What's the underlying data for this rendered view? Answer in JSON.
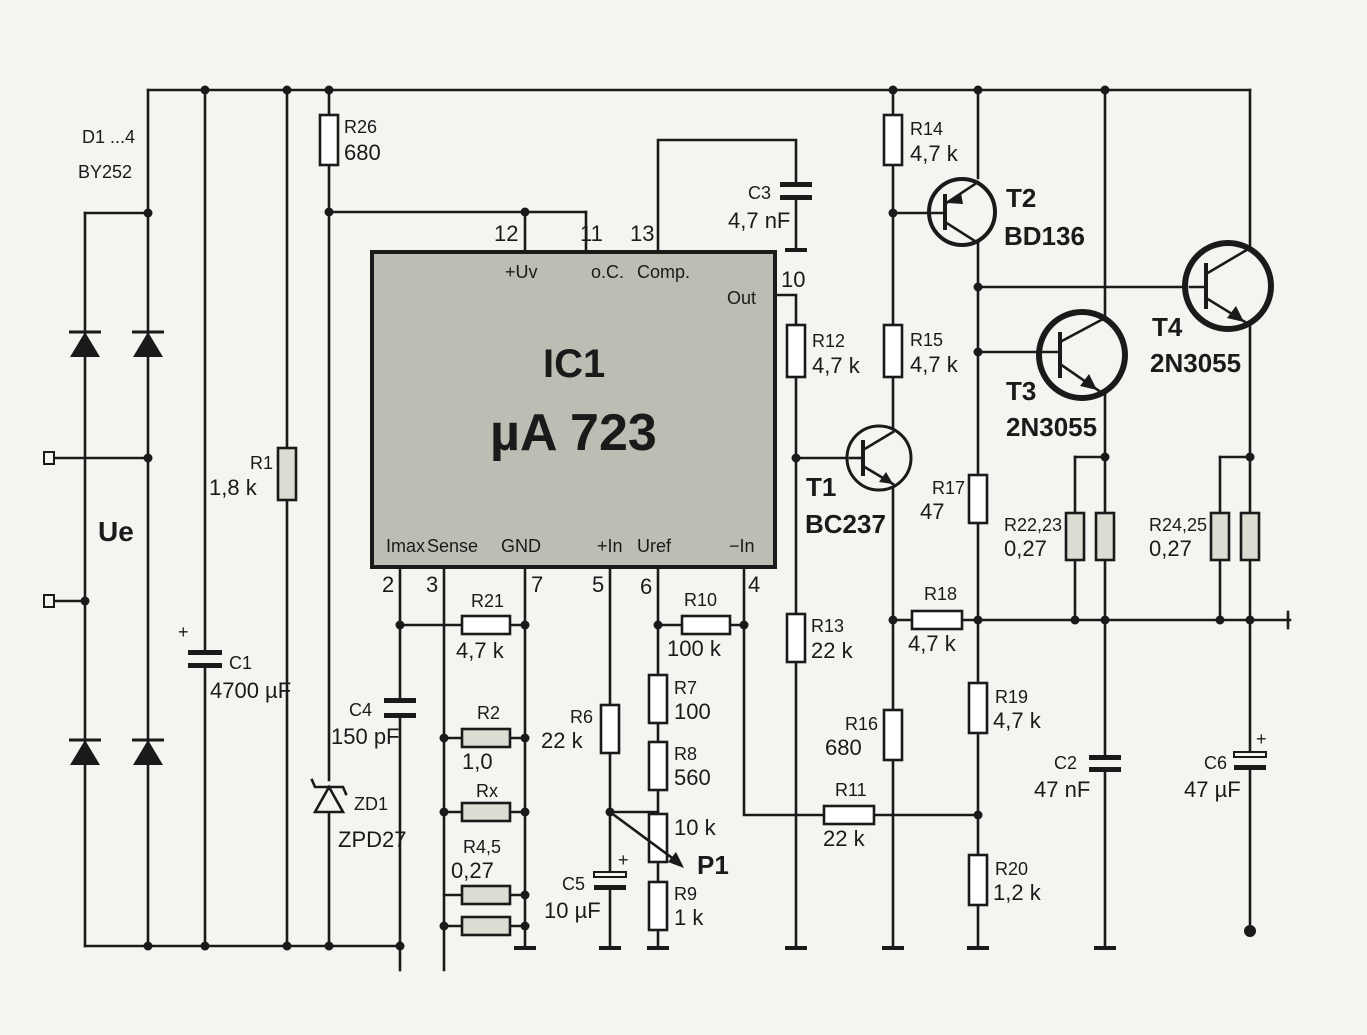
{
  "ic": {
    "title": "IC1",
    "name": "µA 723",
    "pins": {
      "p2": "2",
      "p3": "3",
      "p7": "7",
      "p5": "5",
      "p6": "6",
      "p4": "4",
      "p12": "12",
      "p11": "11",
      "p13": "13",
      "p10": "10"
    },
    "pin_labels": {
      "imax": "Imax",
      "sense": "Sense",
      "gnd": "GND",
      "in_plus": "+In",
      "uref": "Uref",
      "in_minus": "−In",
      "uv": "+Uv",
      "oc": "o.C.",
      "comp": "Comp.",
      "out": "Out"
    }
  },
  "diodes": {
    "name": "D1 ...4",
    "type": "BY252"
  },
  "input": {
    "label": "Ue"
  },
  "parts": {
    "R1": {
      "name": "R1",
      "value": "1,8 k"
    },
    "C1": {
      "name": "C1",
      "value": "4700 µF",
      "plus": "+"
    },
    "R26": {
      "name": "R26",
      "value": "680"
    },
    "C4": {
      "name": "C4",
      "value": "150 pF"
    },
    "ZD1": {
      "name": "ZD1",
      "value": "ZPD27"
    },
    "R21": {
      "name": "R21",
      "value": "4,7 k"
    },
    "R2": {
      "name": "R2",
      "value": "1,0"
    },
    "Rx": {
      "name": "Rx"
    },
    "R45": {
      "name": "R4,5",
      "value": "0,27"
    },
    "R6": {
      "name": "R6",
      "value": "22 k"
    },
    "C5": {
      "name": "C5",
      "value": "10 µF",
      "plus": "+"
    },
    "R10": {
      "name": "R10",
      "value": "100 k"
    },
    "R7": {
      "name": "R7",
      "value": "100"
    },
    "R8": {
      "name": "R8",
      "value": "560"
    },
    "P1": {
      "name": "P1",
      "value": "10 k"
    },
    "R9": {
      "name": "R9",
      "value": "1 k"
    },
    "C3": {
      "name": "C3",
      "value": "4,7 nF"
    },
    "R12": {
      "name": "R12",
      "value": "4,7 k"
    },
    "R13": {
      "name": "R13",
      "value": "22 k"
    },
    "R11": {
      "name": "R11",
      "value": "22 k"
    },
    "T1": {
      "name": "T1",
      "type": "BC237"
    },
    "R14": {
      "name": "R14",
      "value": "4,7 k"
    },
    "R15": {
      "name": "R15",
      "value": "4,7 k"
    },
    "R16": {
      "name": "R16",
      "value": "680"
    },
    "R18": {
      "name": "R18",
      "value": "4,7 k"
    },
    "T2": {
      "name": "T2",
      "type": "BD136"
    },
    "R17": {
      "name": "R17",
      "value": "47"
    },
    "R19": {
      "name": "R19",
      "value": "4,7 k"
    },
    "R20": {
      "name": "R20",
      "value": "1,2 k"
    },
    "T3": {
      "name": "T3",
      "type": "2N3055"
    },
    "T4": {
      "name": "T4",
      "type": "2N3055"
    },
    "R2223": {
      "name": "R22,23",
      "value": "0,27"
    },
    "R2425": {
      "name": "R24,25",
      "value": "0,27"
    },
    "C2": {
      "name": "C2",
      "value": "47 nF"
    },
    "C6": {
      "name": "C6",
      "value": "47 µF",
      "plus": "+"
    }
  }
}
